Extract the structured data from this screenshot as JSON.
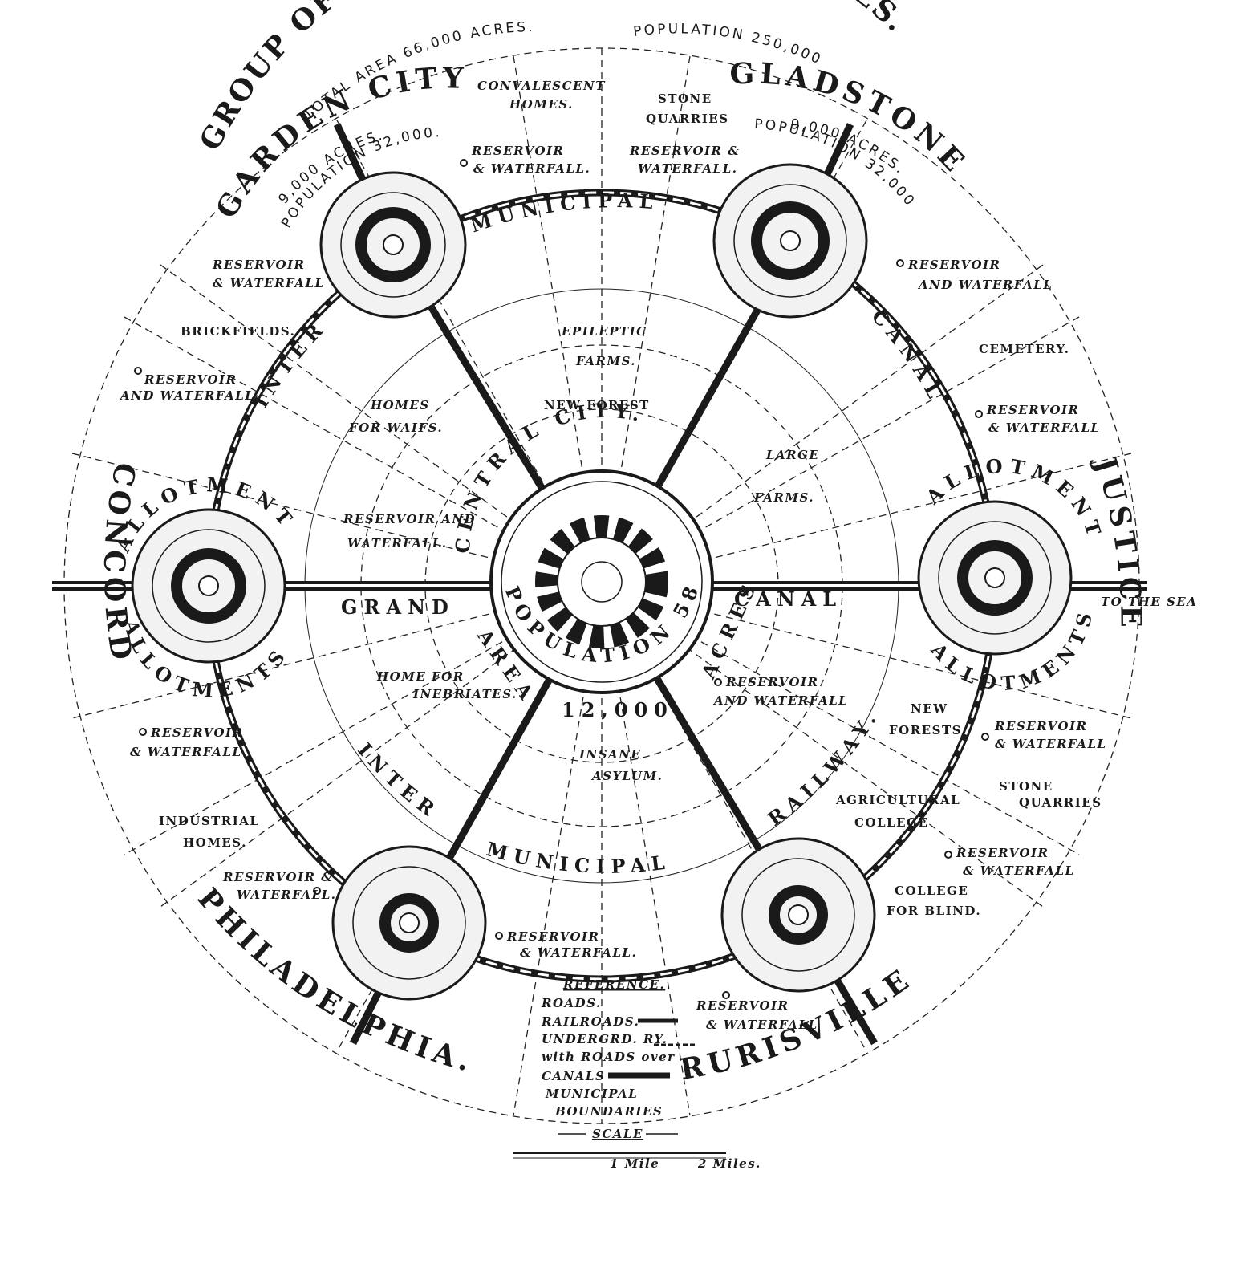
{
  "title": "GROUP OF SLUMLESS SMOKELESS CITIES.",
  "total_area": "TOTAL AREA 66,000 ACRES.",
  "population": "POPULATION 250,000",
  "cities": {
    "garden_city": {
      "name": "GARDEN CITY.",
      "acres": "9,000 ACRES.",
      "population": "POPULATION 32,000."
    },
    "gladstone": {
      "name": "GLADSTONE",
      "acres": "9,000 ACRES.",
      "population": "POPULATION 32,000"
    },
    "justice": {
      "name": "JUSTICE"
    },
    "rurisville": {
      "name": "RURISVILLE"
    },
    "philadelphia": {
      "name": "PHILADELPHIA."
    },
    "concord": {
      "name": "CONCORD"
    },
    "central_city": {
      "name": "CENTRAL CITY.",
      "population": "POPULATION 58,000",
      "area": "AREA",
      "acres": "12,000",
      "acres_unit": "ACRES"
    }
  },
  "ring_labels": {
    "inter_top_left": "INTER",
    "municipal_top": "MUNICIPAL",
    "canal_right": "CANAL",
    "inter_bottom_left": "INTER",
    "municipal_bottom": "MUNICIPAL",
    "railway_right": "RAILWAY.",
    "grand": "GRAND",
    "canal_mid": "CANAL"
  },
  "allotments": "ALLOTMENTS.",
  "features": {
    "convalescent": [
      "CONVALESCENT",
      "HOMES."
    ],
    "stone_quarries_top": [
      "STONE",
      "QUARRIES"
    ],
    "reservoir_tl1": [
      "RESERVOIR",
      "& WATERFALL."
    ],
    "reservoir_tr1": [
      "RESERVOIR &",
      "WATERFALL."
    ],
    "reservoir_l1": [
      "RESERVOIR",
      "& WATERFALL"
    ],
    "reservoir_r1": [
      "RESERVOIR",
      "AND WATERFALL"
    ],
    "brickfields": "BRICKFIELDS.",
    "cemetery": "CEMETERY.",
    "reservoir_l2": [
      "RESERVOIR",
      "AND WATERFALL"
    ],
    "reservoir_r2": [
      "RESERVOIR",
      "& WATERFALL"
    ],
    "epileptic": [
      "EPILEPTIC",
      "FARMS."
    ],
    "homes_waifs": [
      "HOMES",
      "FOR WAIFS."
    ],
    "new_forest": "NEW FOREST",
    "large_farms": [
      "LARGE",
      "FARMS."
    ],
    "reservoir_inner": [
      "RESERVOIR AND",
      "WATERFALL."
    ],
    "home_inebriates": [
      "HOME FOR",
      "INEBRIATES."
    ],
    "reservoir_inner2": [
      "RESERVOIR",
      "AND WATERFALL"
    ],
    "new_forests": [
      "NEW",
      "FORESTS"
    ],
    "reservoir_r3": [
      "RESERVOIR",
      "& WATERFALL"
    ],
    "insane": [
      "INSANE",
      "ASYLUM."
    ],
    "reservoir_l3": [
      "RESERVOIR",
      "& WATERFALL"
    ],
    "stone_quarries_r": [
      "STONE",
      "QUARRIES"
    ],
    "agricultural": [
      "AGRICULTURAL",
      "COLLEGE"
    ],
    "industrial": [
      "INDUSTRIAL",
      "HOMES."
    ],
    "reservoir_r4": [
      "RESERVOIR",
      "& WATERFALL"
    ],
    "reservoir_bl": [
      "RESERVOIR &",
      "WATERFALL."
    ],
    "college_blind": [
      "COLLEGE",
      "FOR BLIND."
    ],
    "reservoir_bc": [
      "RESERVOIR",
      "& WATERFALL."
    ],
    "reservoir_br": [
      "RESERVOIR",
      "& WATERFALL"
    ],
    "to_the_sea": "TO THE SEA"
  },
  "legend": {
    "heading": "REFERENCE.",
    "roads": "ROADS.",
    "railroads": "RAILROADS.",
    "underground": [
      "UNDERGRD. RY.",
      "with ROADS over"
    ],
    "canals": "CANALS",
    "municipal": [
      "MUNICIPAL",
      "BOUNDARIES"
    ]
  },
  "scale": {
    "heading": "SCALE",
    "one_mile": "1 Mile",
    "two_miles": "2 Miles."
  }
}
